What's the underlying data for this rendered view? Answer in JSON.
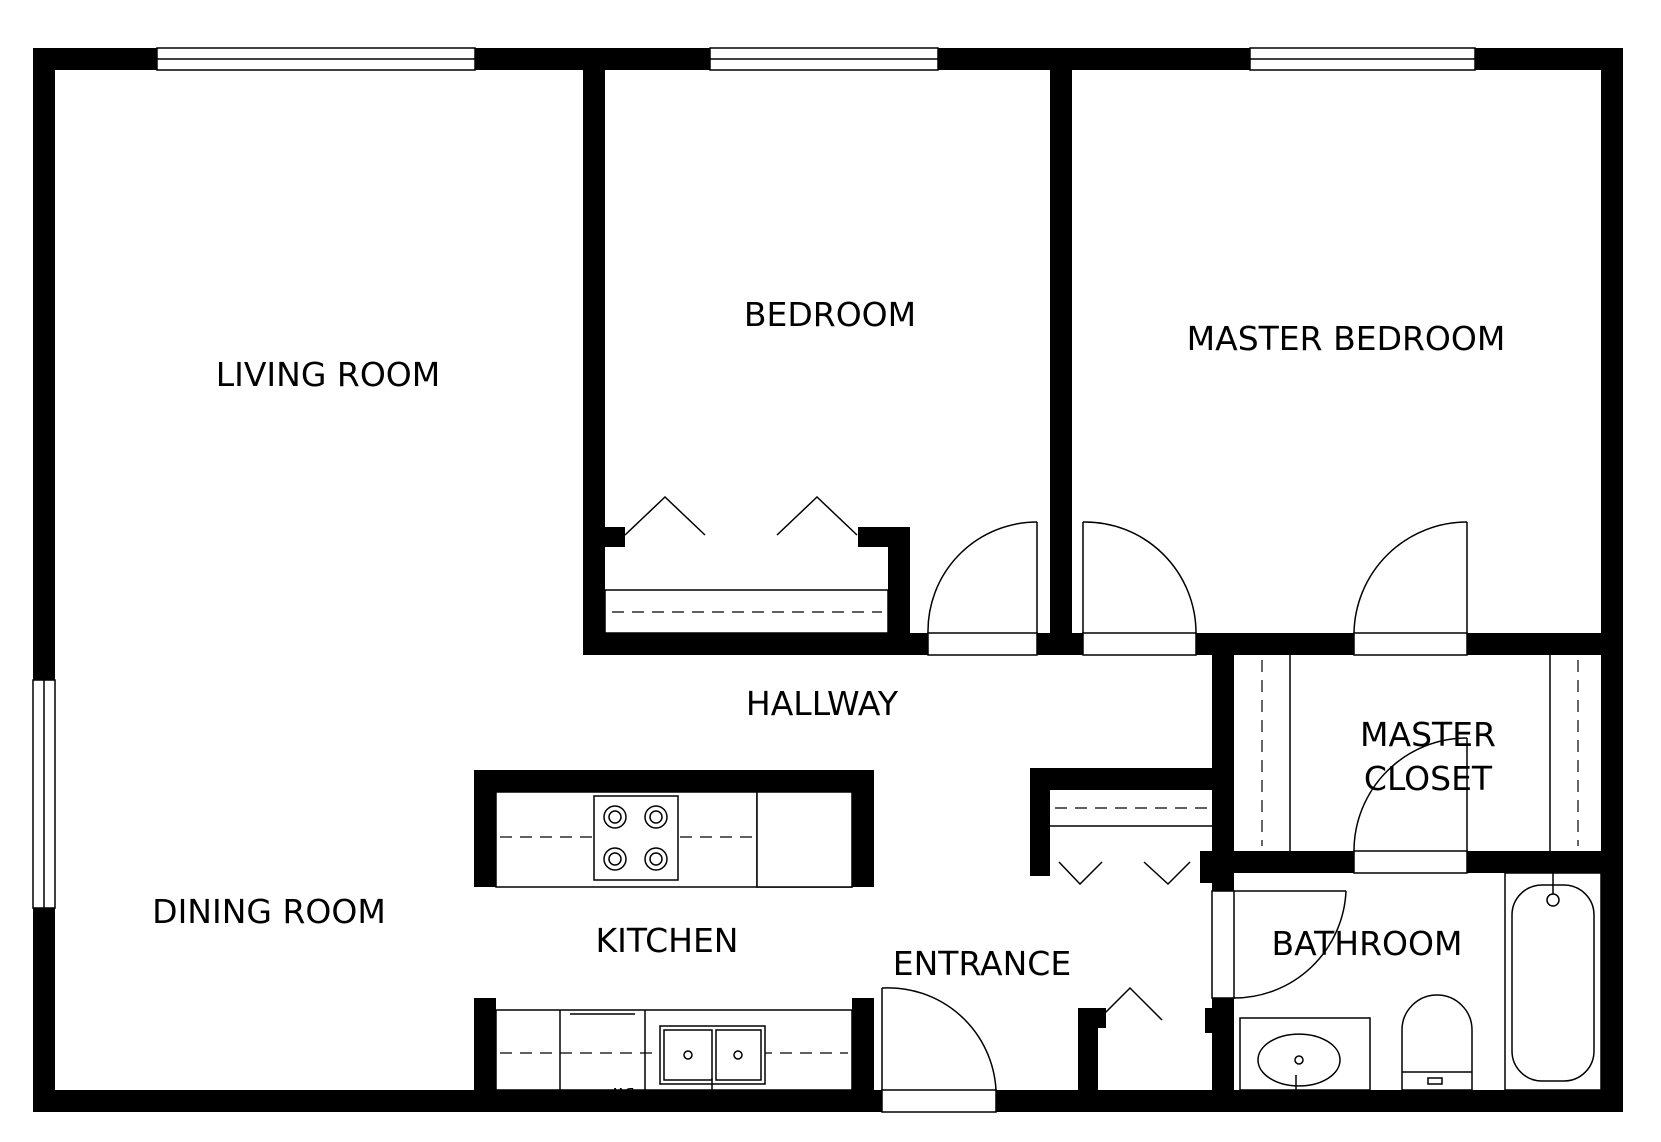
{
  "rooms": {
    "living_room": "LIVING ROOM",
    "bedroom": "BEDROOM",
    "master_bedroom": "MASTER BEDROOM",
    "hallway": "HALLWAY",
    "master_closet_line1": "MASTER",
    "master_closet_line2": "CLOSET",
    "dining_room": "DINING ROOM",
    "kitchen": "KITCHEN",
    "entrance": "ENTRANCE",
    "bathroom": "BATHROOM"
  },
  "fixtures": {
    "dishwasher": "DW"
  },
  "colors": {
    "wall": "#000000",
    "background": "#ffffff"
  }
}
